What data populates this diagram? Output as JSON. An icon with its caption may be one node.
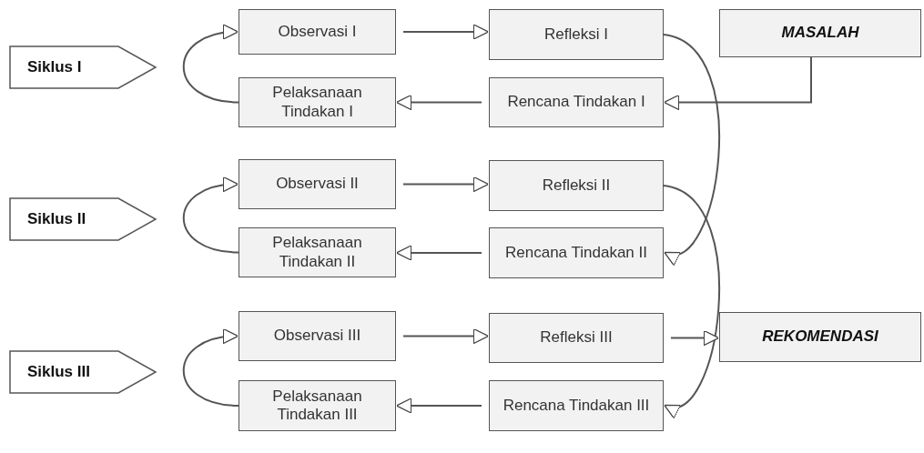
{
  "diagram": {
    "nodes": [
      {
        "text": [
          "Observasi I"
        ]
      },
      {
        "text": [
          "Refleksi I"
        ]
      },
      {
        "text": [
          "MASALAH"
        ]
      },
      {
        "text": [
          "Siklus I"
        ]
      },
      {
        "text": [
          "Pelaksanaan Tindakan I"
        ]
      },
      {
        "text": [
          "Rencana Tindakan I"
        ]
      },
      {
        "text": [
          "Observasi II"
        ]
      },
      {
        "text": [
          "Refleksi II"
        ]
      },
      {
        "text": [
          "Siklus II"
        ]
      },
      {
        "text": [
          "Pelaksanaan Tindakan II"
        ]
      },
      {
        "text": [
          "Rencana Tindakan II"
        ]
      },
      {
        "text": [
          "Observasi III"
        ]
      },
      {
        "text": [
          "Refleksi III"
        ]
      },
      {
        "text": [
          "REKOMENDASI"
        ]
      },
      {
        "text": [
          "Siklus III"
        ]
      },
      {
        "text": [
          "Pelaksanaan Tindakan III"
        ]
      },
      {
        "text": [
          "Rencana Tindakan III"
        ]
      }
    ],
    "edges": [
      {
        "from": 0,
        "to": 1,
        "arrow": "to"
      },
      {
        "from": 5,
        "to": 4,
        "arrow": "to"
      },
      {
        "from": 4,
        "to": 0,
        "arrow": "to"
      },
      {
        "from": 2,
        "to": 5,
        "arrow": "to"
      },
      {
        "from": 1,
        "to": 10,
        "arrow": "to"
      },
      {
        "from": 6,
        "to": 7,
        "arrow": "to"
      },
      {
        "from": 10,
        "to": 9,
        "arrow": "to"
      },
      {
        "from": 9,
        "to": 6,
        "arrow": "to"
      },
      {
        "from": 7,
        "to": 16,
        "arrow": "to"
      },
      {
        "from": 11,
        "to": 12,
        "arrow": "to"
      },
      {
        "from": 16,
        "to": 15,
        "arrow": "to"
      },
      {
        "from": 15,
        "to": 11,
        "arrow": "to"
      },
      {
        "from": 12,
        "to": 13,
        "arrow": "to"
      }
    ]
  }
}
